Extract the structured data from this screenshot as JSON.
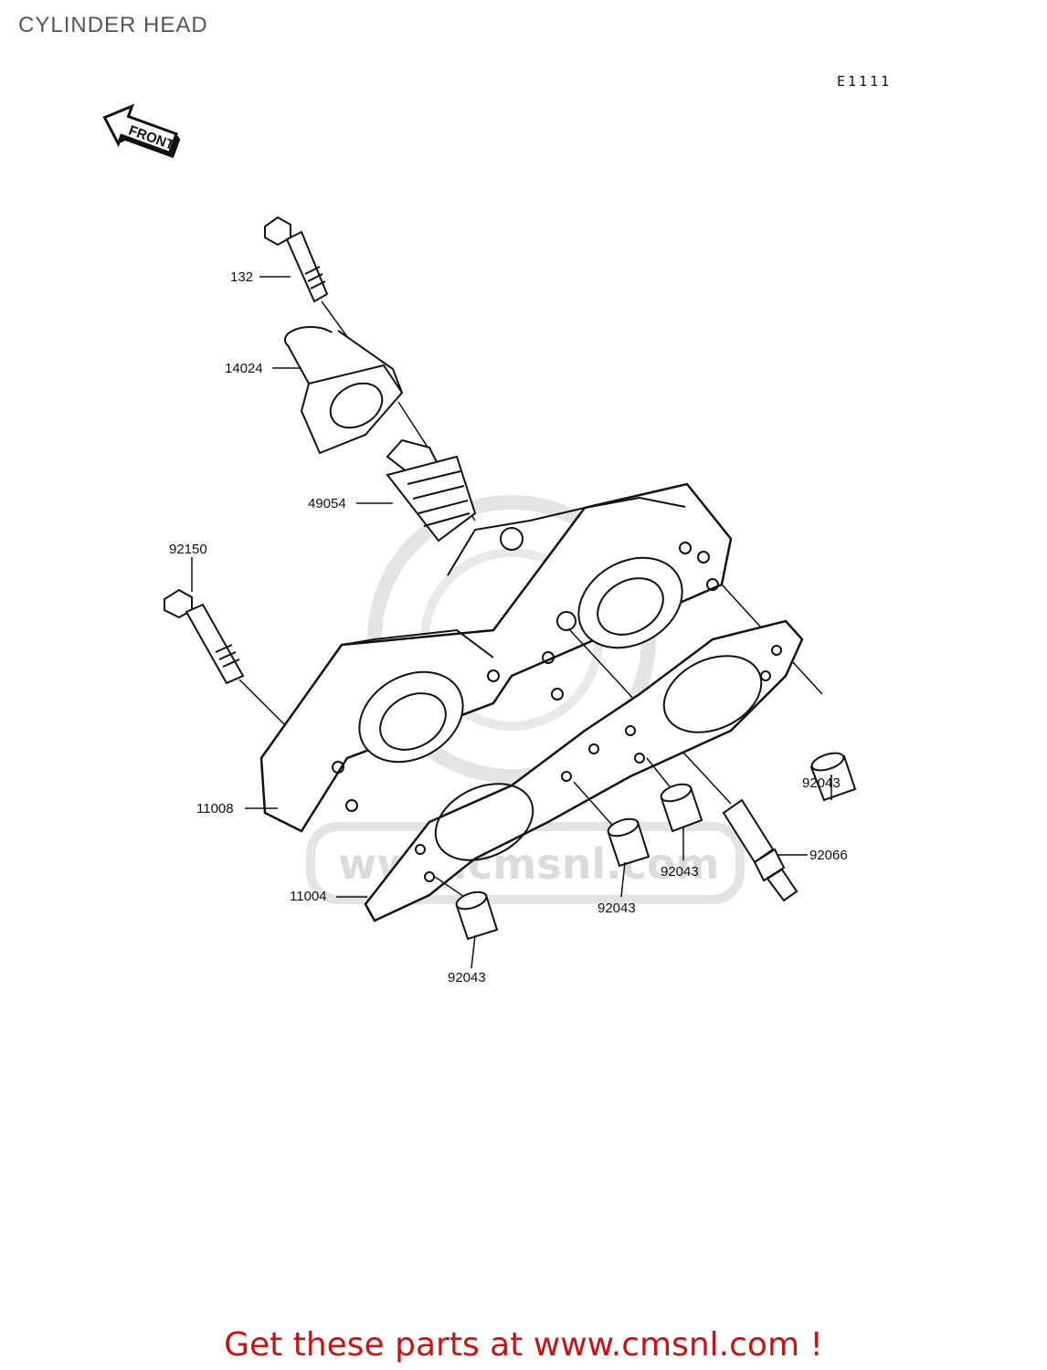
{
  "header": {
    "title": "CYLINDER HEAD",
    "diagram_code": "E1111"
  },
  "front_marker": {
    "label": "FRONT",
    "icon": "front-arrow-icon"
  },
  "watermark": {
    "text": "www.cmsnl.com"
  },
  "parts": {
    "p132": "132",
    "p14024": "14024",
    "p49054": "49054",
    "p92150": "92150",
    "p11008": "11008",
    "p11004": "11004",
    "p92066": "92066",
    "p92043_a": "92043",
    "p92043_b": "92043",
    "p92043_c": "92043",
    "p92043_d": "92043"
  },
  "footer": {
    "cta": "Get these parts at www.cmsnl.com !",
    "cta_color": "#cc1111"
  }
}
